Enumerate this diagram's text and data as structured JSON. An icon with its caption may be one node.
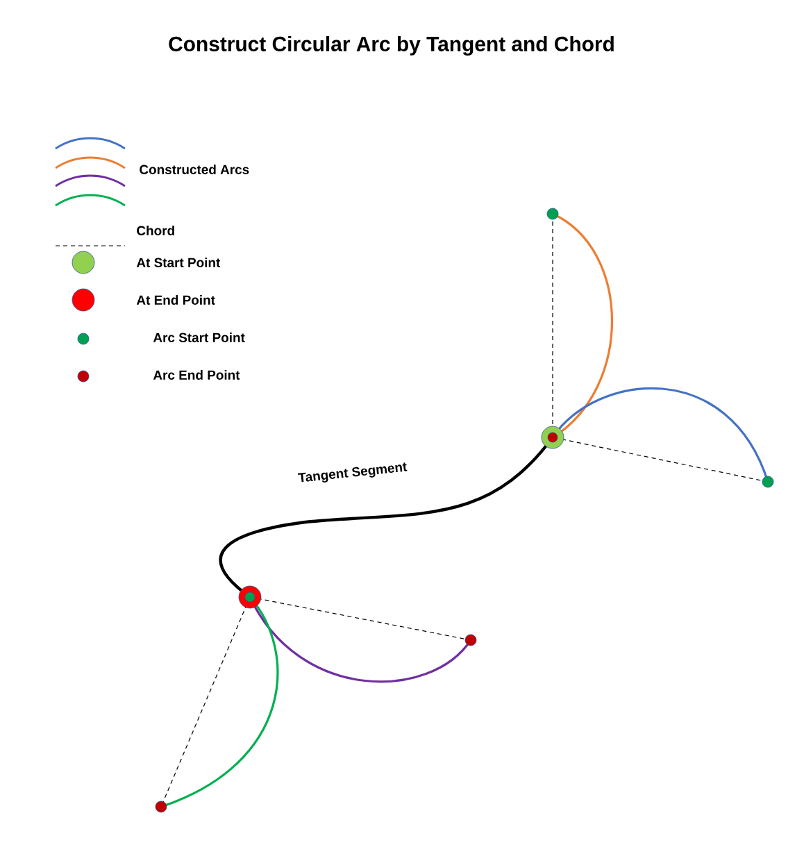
{
  "diagram": {
    "title": "Construct Circular Arc by Tangent and Chord",
    "labels": [
      "Tangent Segment"
    ],
    "legend": [
      {
        "text": "Constructed Arcs"
      },
      {
        "text": "Chord"
      },
      {
        "text": "At Start Point"
      },
      {
        "text": "At End Point"
      },
      {
        "text": "Arc Start Point"
      },
      {
        "text": "Arc End Point"
      }
    ]
  }
}
